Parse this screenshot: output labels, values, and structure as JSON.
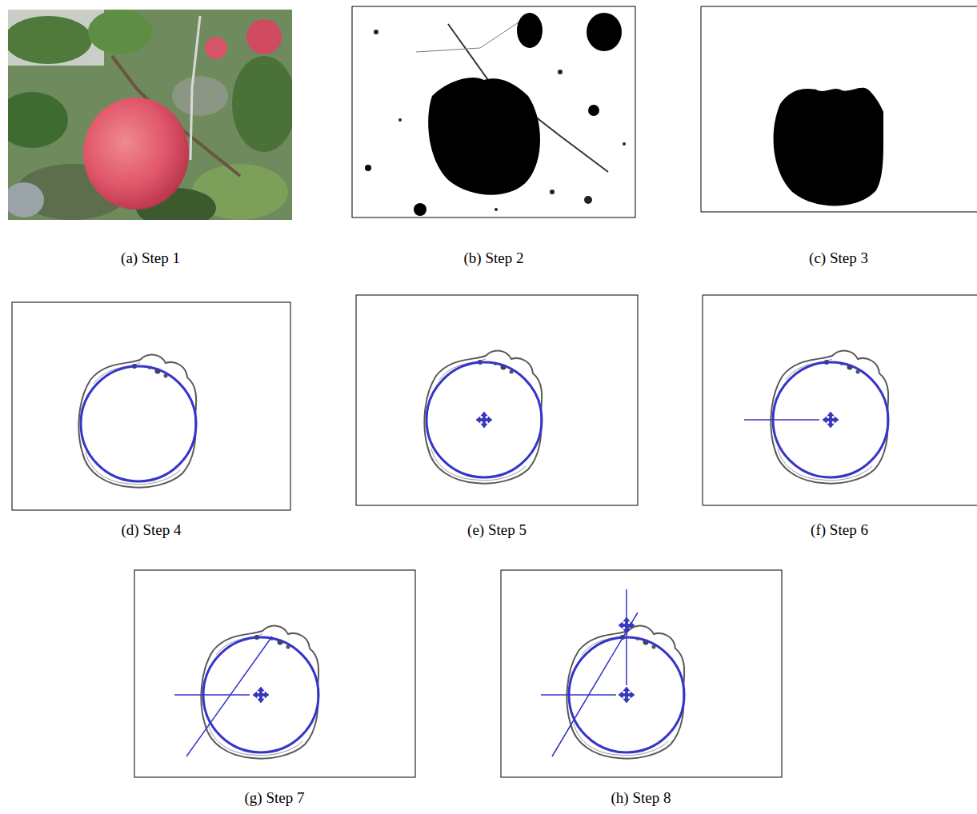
{
  "diagram": {
    "labels": [
      "(a) Step 1",
      "(b) Step 2",
      "(c) Step 3",
      "(d) Step 4",
      "(e) Step 5",
      "(f) Step 6",
      "(g) Step 7",
      "(h) Step 8"
    ]
  }
}
